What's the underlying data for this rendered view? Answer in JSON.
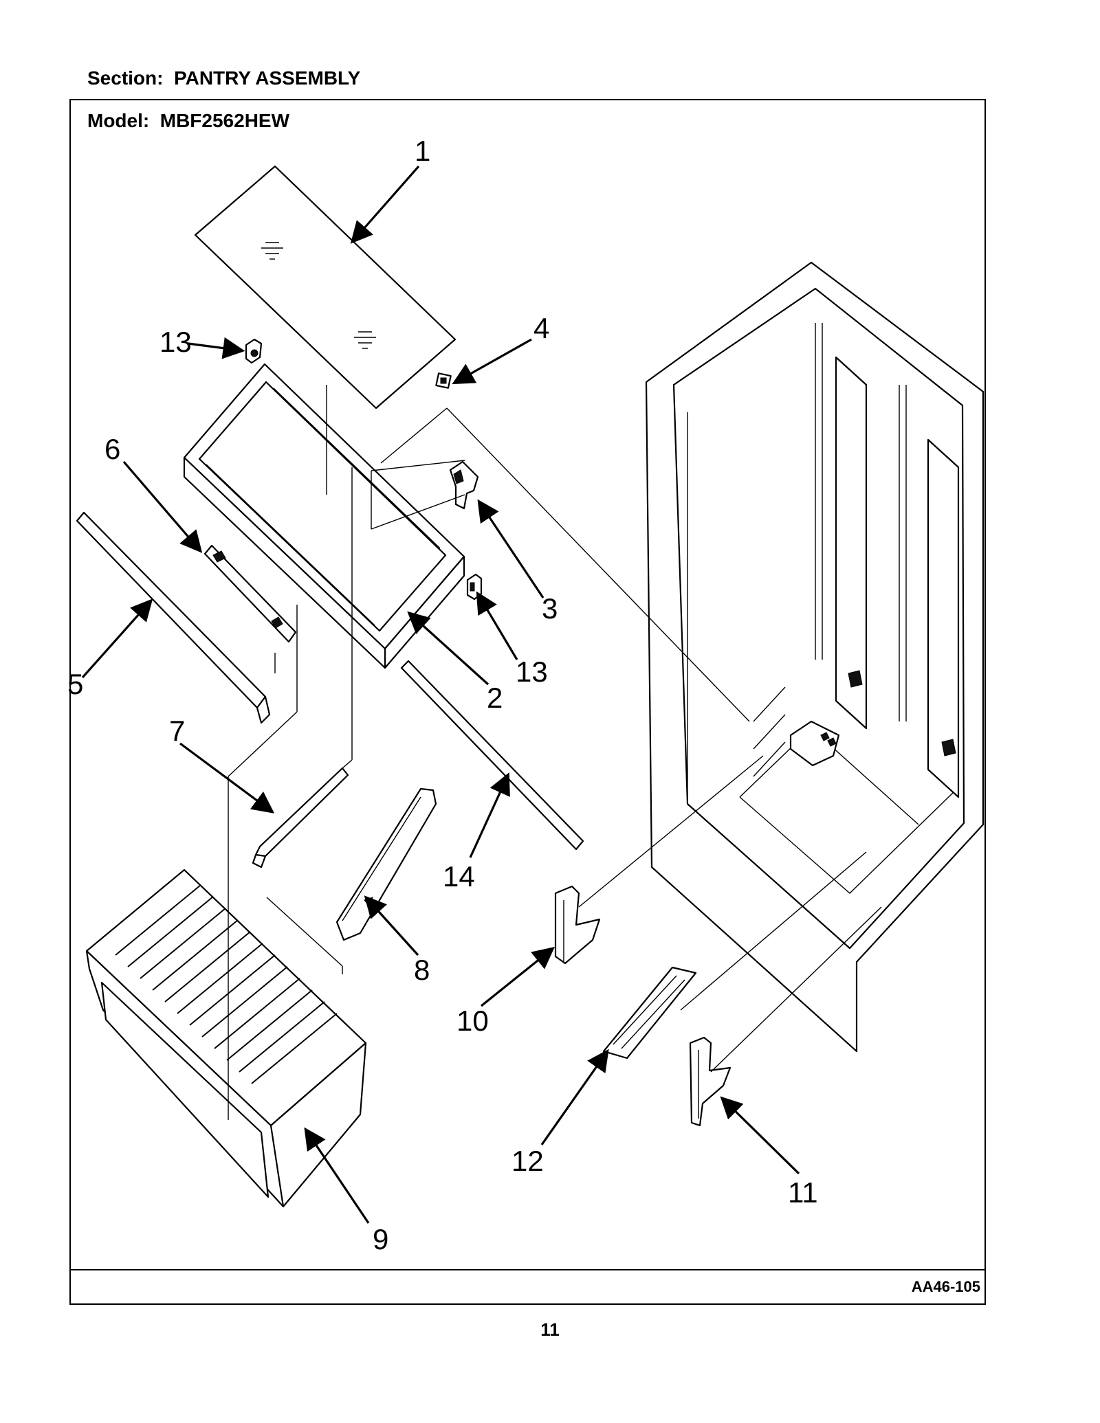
{
  "header": {
    "section": "Section:  PANTRY ASSEMBLY",
    "model": "Model:  MBF2562HEW"
  },
  "footer": {
    "doc_code": "AA46-105",
    "page_number": "11"
  },
  "callouts": {
    "c1": "1",
    "c2": "2",
    "c3": "3",
    "c4": "4",
    "c5": "5",
    "c6": "6",
    "c7": "7",
    "c8": "8",
    "c9": "9",
    "c10": "10",
    "c11": "11",
    "c12": "12",
    "c13a": "13",
    "c13b": "13",
    "c14": "14"
  }
}
